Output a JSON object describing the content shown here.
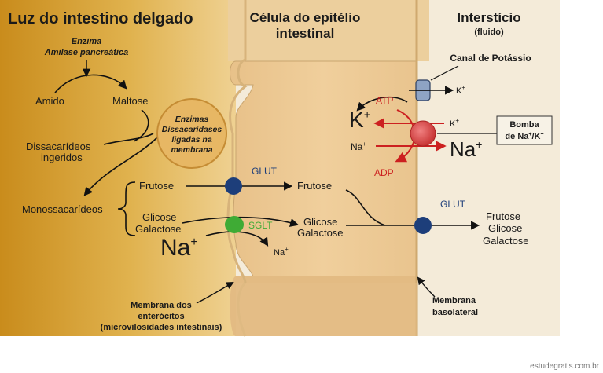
{
  "diagram": {
    "regions": {
      "lumen_title": "Luz do intestino delgado",
      "cell_title_1": "Célula do epitélio",
      "cell_title_2": "intestinal",
      "interstitium_title": "Interstício",
      "interstitium_sub": "(fluido)"
    },
    "lumen": {
      "enzyme_1": "Enzima",
      "enzyme_2": "Amilase pancreática",
      "amido": "Amido",
      "maltose": "Maltose",
      "dissac_1": "Dissacarídeos",
      "dissac_2": "ingeridos",
      "monossac": "Monossacarídeos",
      "frutose": "Frutose",
      "glicose": "Glicose",
      "galactose": "Galactose",
      "na_big": "Na",
      "na_big_sup": "+",
      "na_small": "Na",
      "na_small_sup": "+",
      "membrane_1": "Membrana dos",
      "membrane_2": "enterócitos",
      "membrane_3": "(microvilosidades intestinais)"
    },
    "enzymes_circle": {
      "line1": "Enzimas",
      "line2": "Dissacaridases",
      "line3": "ligadas na",
      "line4": "membrana"
    },
    "cell": {
      "glut_apical": "GLUT",
      "sglt": "SGLT",
      "frutose": "Frutose",
      "glicose": "Glicose",
      "galactose": "Galactose",
      "atp": "ATP",
      "adp": "ADP",
      "k_big": "K",
      "k_big_sup": "+",
      "na_small": "Na",
      "na_small_sup": "+",
      "glut_basal": "GLUT"
    },
    "interstitium": {
      "channel_label": "Canal de Potássio",
      "k_out": "K",
      "k_out_sup": "+",
      "k_in": "K",
      "k_in_sup": "+",
      "na_big": "Na",
      "na_big_sup": "+",
      "pump_1": "Bomba",
      "pump_2": "de Na",
      "pump_2_sup": "+",
      "pump_3": "/K",
      "pump_3_sup": "+",
      "frutose": "Frutose",
      "glicose": "Glicose",
      "galactose": "Galactose",
      "basolateral_1": "Membrana",
      "basolateral_2": "basolateral"
    },
    "watermark": "estudegratis.com.br"
  },
  "colors": {
    "lumen": "#d9a63a",
    "cell": "#edc992",
    "interstitium": "#f3ead8",
    "glut": "#1d3e7a",
    "sglt": "#3fab35",
    "pump": "#d84b4b",
    "atp_red": "#cc2020",
    "arrow_dark": "#111111"
  }
}
